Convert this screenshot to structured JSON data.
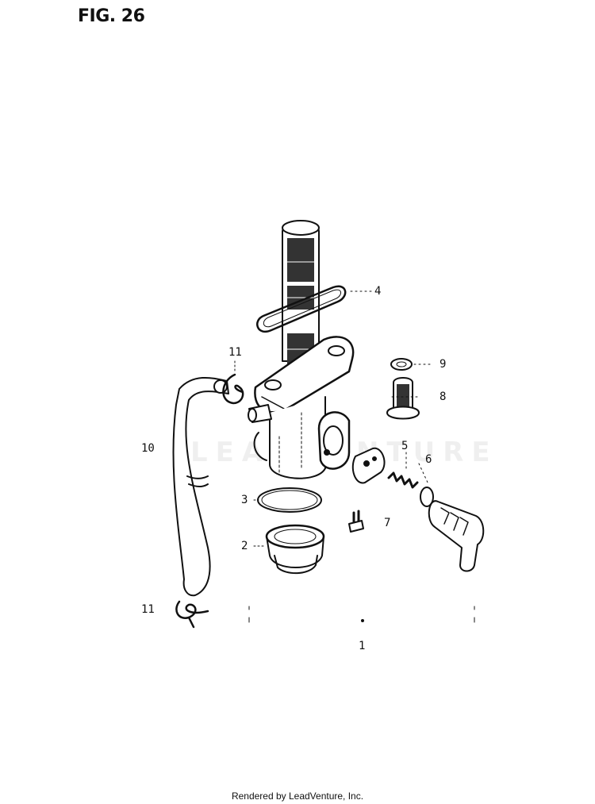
{
  "figure": {
    "title": "FIG. 26"
  },
  "callouts": {
    "c1": "1",
    "c2": "2",
    "c3": "3",
    "c4": "4",
    "c5": "5",
    "c6": "6",
    "c7": "7",
    "c8": "8",
    "c9": "9",
    "c10": "10",
    "c11a": "11",
    "c11b": "11"
  },
  "watermark": "LEADVENTURE",
  "footer": "Rendered by LeadVenture, Inc."
}
